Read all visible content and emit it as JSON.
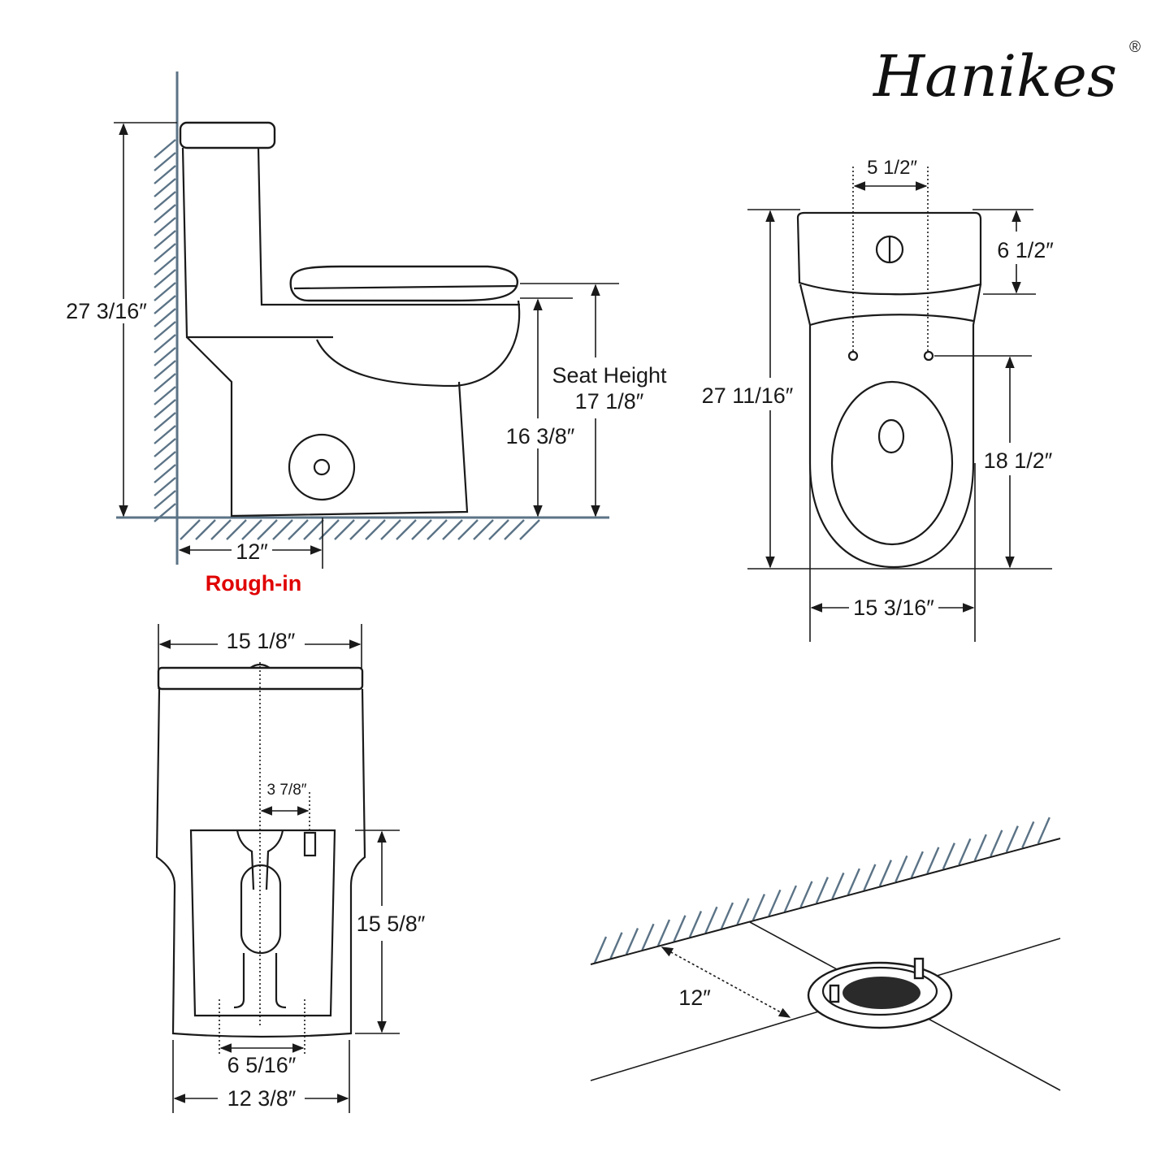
{
  "brand": {
    "name": "Hanikes",
    "registered_mark": "®"
  },
  "side_view": {
    "total_height": "27 3/16″",
    "seat_height_label": "Seat Height",
    "seat_height": "17 1/8″",
    "bowl_height": "16 3/8″",
    "rough_in_distance": "12″",
    "rough_in_label": "Rough-in"
  },
  "top_view": {
    "hole_spacing": "5 1/2″",
    "tank_depth": "6 1/2″",
    "total_length": "27 11/16″",
    "hole_to_front": "18 1/2″",
    "width": "15 3/16″"
  },
  "front_view": {
    "tank_width": "15 1/8″",
    "offset": "3 7/8″",
    "base_height": "15 5/8″",
    "inner_width": "6 5/16″",
    "base_width": "12 3/8″"
  },
  "floor_view": {
    "rough_in_distance": "12″"
  },
  "colors": {
    "hatch": "#5b7386",
    "line": "#1a1a1a",
    "rough_in": "#e00000"
  }
}
